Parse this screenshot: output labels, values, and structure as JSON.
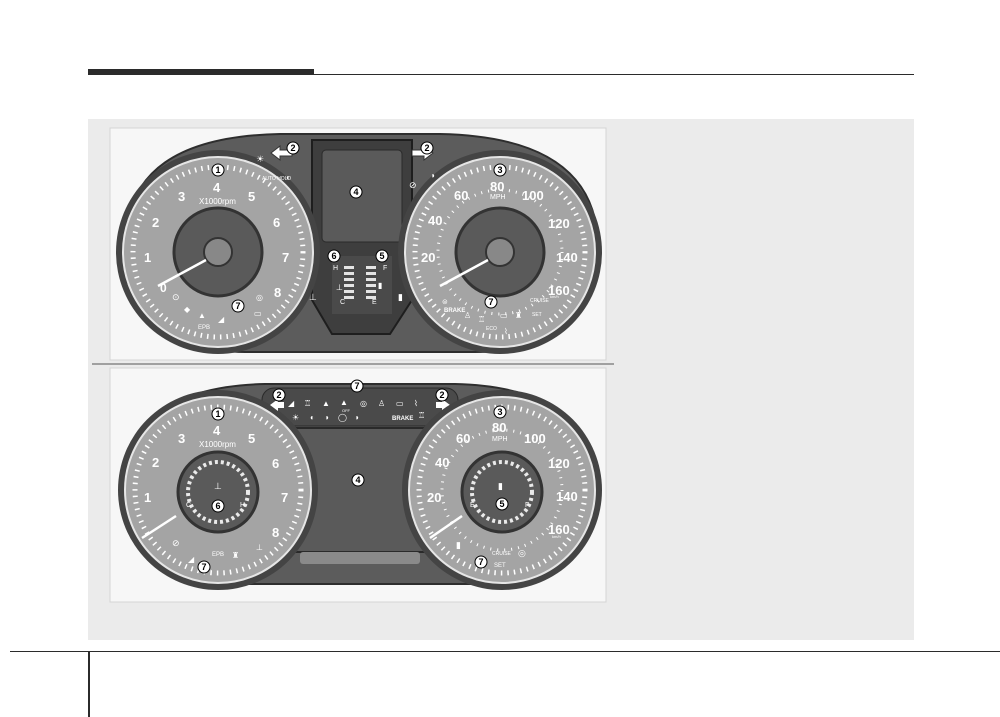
{
  "colors": {
    "panel_bg": "#ebebeb",
    "rule": "#2b2b2b",
    "gauge_face": "#9a9a9a",
    "gauge_ring": "#3c3c3c",
    "display": "#5a5a5a"
  },
  "cluster_a": {
    "callouts": [
      "1",
      "2",
      "2",
      "3",
      "4",
      "5",
      "6",
      "7",
      "7"
    ],
    "tacho": {
      "ticks": [
        "0",
        "1",
        "2",
        "3",
        "4",
        "5",
        "6",
        "7",
        "8"
      ],
      "unit": "X1000rpm"
    },
    "speedo": {
      "ticks": [
        "20",
        "40",
        "60",
        "80",
        "100",
        "120",
        "140",
        "160"
      ],
      "unit": "MPH",
      "unit_small": "km/h"
    },
    "auto_hold": "AUTO HOLD",
    "epb": "EPB",
    "brake": "BRAKE",
    "cruise": "CRUISE",
    "set": "SET",
    "eco": "ECO",
    "temp_h": "H",
    "temp_c": "C",
    "fuel_f": "F",
    "fuel_e": "E"
  },
  "cluster_b": {
    "callouts": [
      "1",
      "2",
      "2",
      "3",
      "4",
      "5",
      "6",
      "7",
      "7",
      "7"
    ],
    "tacho": {
      "ticks": [
        "1",
        "2",
        "3",
        "4",
        "5",
        "6",
        "7",
        "8"
      ],
      "unit": "X1000rpm"
    },
    "speedo": {
      "ticks": [
        "20",
        "40",
        "60",
        "80",
        "100",
        "120",
        "140",
        "160"
      ],
      "unit": "MPH",
      "unit_small": "km/h"
    },
    "epb": "EPB",
    "brake": "BRAKE",
    "cruise": "CRUISE",
    "set": "SET",
    "off": "OFF",
    "temp_c": "C",
    "temp_h": "H",
    "fuel_e": "E",
    "fuel_f": "F"
  }
}
